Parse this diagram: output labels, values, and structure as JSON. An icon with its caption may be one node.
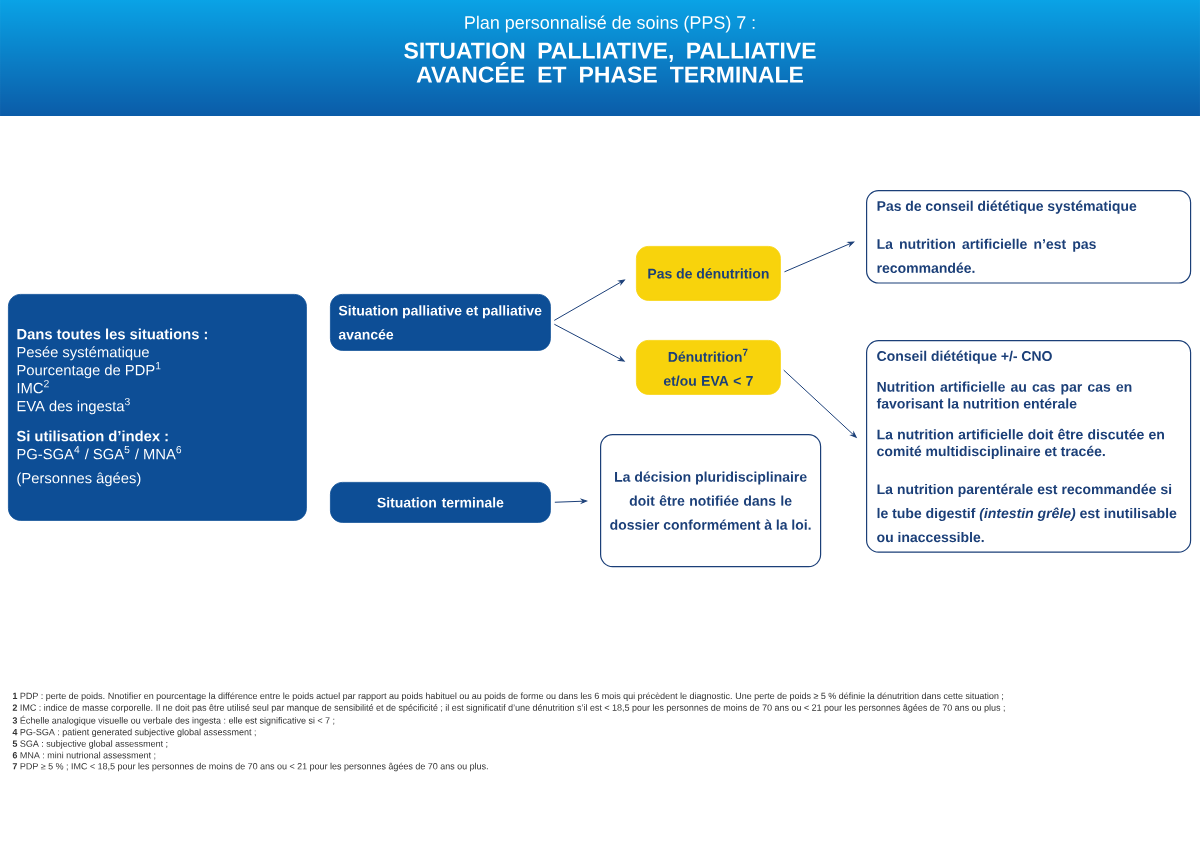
{
  "diagram": {
    "title": "SITUATION PALLIATIVE, PALLIATIVE AVANCÉE ET PHASE TERMINALE",
    "nodes": [
      {
        "text": [
          "Dans toutes les situations :",
          "Pesée systématique",
          "Pourcentage de PDP$^{1}$",
          "IMC$^{2}$",
          "EVA des ingesta$^{3}$",
          "Si utilisation d’index :",
          "PG-SGA$^{4}$ / SGA$^{5}$ / MNA$^{6}$",
          "(Personnes âgées)"
        ]
      },
      {
        "text": [
          "Situation palliative et palliative avancée"
        ]
      },
      {
        "text": [
          "Situation terminale"
        ]
      },
      {
        "text": [
          "Pas de dénutrition"
        ]
      },
      {
        "text": [
          "Dénutrition$^{7}$ et/ou EVA < 7"
        ]
      },
      {
        "text": [
          "La décision pluridisciplinaire doit être notifiée dans le dossier conformément à la loi."
        ]
      },
      {
        "text": [
          "Pas de conseil diététique systématique",
          "La nutrition artificielle n’est pas recommandée."
        ]
      },
      {
        "text": [
          "Conseil diététique +/- CNO",
          "Nutrition artificielle au cas par cas en favorisant la nutrition entérale",
          "La nutrition artificielle doit être discutée en comité multidisciplinaire et tracée.",
          "La nutrition parentérale est recommandée si le tube digestif *(intestin grêle)* est inutilisable ou inaccessible."
        ]
      }
    ],
    "edges": [
      {
        "from": 1,
        "to": 3,
        "arrow": "to"
      },
      {
        "from": 1,
        "to": 4,
        "arrow": "to"
      },
      {
        "from": 3,
        "to": 6,
        "arrow": "to"
      },
      {
        "from": 4,
        "to": 7,
        "arrow": "to"
      },
      {
        "from": 2,
        "to": 5,
        "arrow": "to"
      }
    ],
    "labels": [
      "Plan personnalisé de soins (PPS) 7 :",
      "**1** PDP : perte de poids. Nnotifier en pourcentage la différence entre le poids actuel par rapport au poids habituel ou au poids de forme ou dans les 6 mois qui précèdent le diagnostic. Une perte de poids ≥ 5 % définie la dénutrition dans cette situation ;",
      "**2** IMC : indice de masse corporelle. Il ne doit pas être utilisé seul par manque de sensibilité et de spécificité ; il est significatif d’une dénutrition s’il est < 18,5 pour les personnes de moins de 70 ans ou < 21 pour les personnes âgées de 70 ans ou plus ;",
      "**3** Échelle analogique visuelle ou verbale des ingesta : elle est significative si < 7 ;",
      "**4** PG-SGA : patient generated subjective global assessment ;",
      "**5** SGA : subjective global assessment ;",
      "**6** MNA : mini nutrional assessment ;",
      "**7** PDP ≥ 5 % ; IMC < 18,5 pour les personnes de moins de 70 ans ou < 21 pour les personnes âgées de 70 ans ou plus."
    ]
  }
}
